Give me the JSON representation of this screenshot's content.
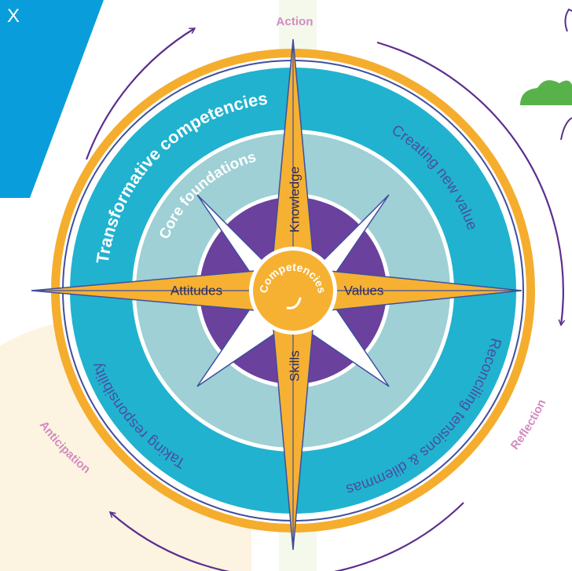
{
  "close_label": "X",
  "colors": {
    "corner_panel": "#0a9ddb",
    "outer_gold": "#f5ad2e",
    "outer_teal": "#21b2cf",
    "inner_teal": "#9ed0d5",
    "core_purple": "#6a419d",
    "star_gold": "#f6b132",
    "cycle_purple": "#5b2f8e",
    "cycle_label": "#d38bc1",
    "cloud_green": "#58b24a"
  },
  "diagram": {
    "cycle": {
      "action": "Action",
      "reflection": "Reflection",
      "anticipation": "Anticipation"
    },
    "outer_ring": {
      "title": "Transformative competencies",
      "items": [
        "Creating new value",
        "Reconciling tensions & dilemmas",
        "Taking responsibility"
      ]
    },
    "middle_ring": {
      "title": "Core foundations"
    },
    "star": {
      "north": "Knowledge",
      "east": "Values",
      "south": "Skills",
      "west": "Attitudes"
    },
    "center": {
      "label": "Competencies"
    }
  }
}
